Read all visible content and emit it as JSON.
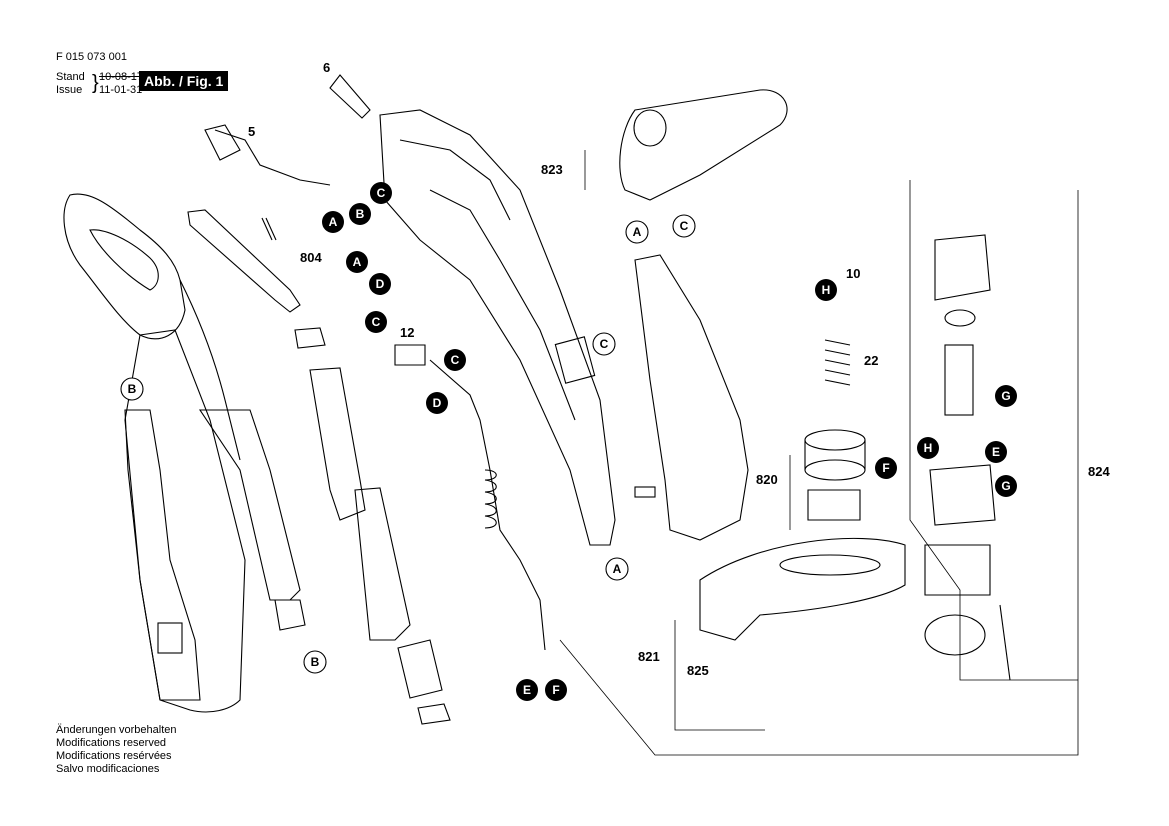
{
  "header": {
    "doc_number": "F 015 073 001",
    "stand_label": "Stand",
    "issue_label": "Issue",
    "stand_date": "10-08-17",
    "issue_date": "11-01-31",
    "figure_label": "Abb. / Fig. 1"
  },
  "part_labels": {
    "p5": "5",
    "p6": "6",
    "p10": "10",
    "p12": "12",
    "p22": "22",
    "p804": "804",
    "p820": "820",
    "p821": "821",
    "p823": "823",
    "p824": "824",
    "p825": "825"
  },
  "connectors": {
    "A": "A",
    "B": "B",
    "C": "C",
    "D": "D",
    "E": "E",
    "F": "F",
    "G": "G",
    "H": "H"
  },
  "footer": {
    "line_de": "Änderungen vorbehalten",
    "line_en": "Modifications reserved",
    "line_fr": "Modifications resérvées",
    "line_es": "Salvo modificaciones"
  }
}
